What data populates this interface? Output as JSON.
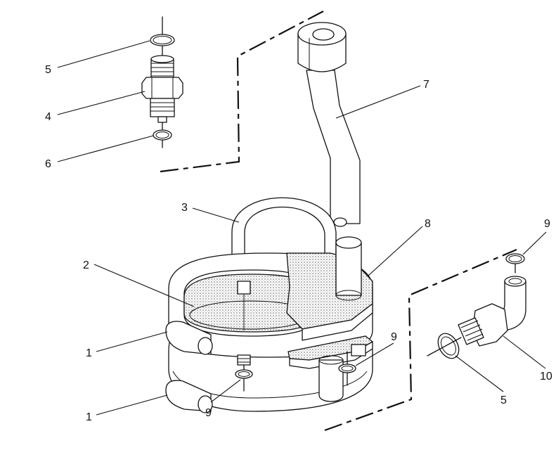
{
  "colors": {
    "line": "#111111",
    "background": "#ffffff",
    "stipple": "#bdbdbd"
  },
  "callouts": [
    {
      "id": "c5a",
      "label": "5"
    },
    {
      "id": "c4",
      "label": "4"
    },
    {
      "id": "c6",
      "label": "6"
    },
    {
      "id": "c7",
      "label": "7"
    },
    {
      "id": "c3",
      "label": "3"
    },
    {
      "id": "c8",
      "label": "8"
    },
    {
      "id": "c2",
      "label": "2"
    },
    {
      "id": "c9a",
      "label": "9"
    },
    {
      "id": "c9b",
      "label": "9"
    },
    {
      "id": "c9c",
      "label": "9"
    },
    {
      "id": "c1a",
      "label": "1"
    },
    {
      "id": "c1b",
      "label": "1"
    },
    {
      "id": "c10",
      "label": "10"
    },
    {
      "id": "c5b",
      "label": "5"
    }
  ]
}
